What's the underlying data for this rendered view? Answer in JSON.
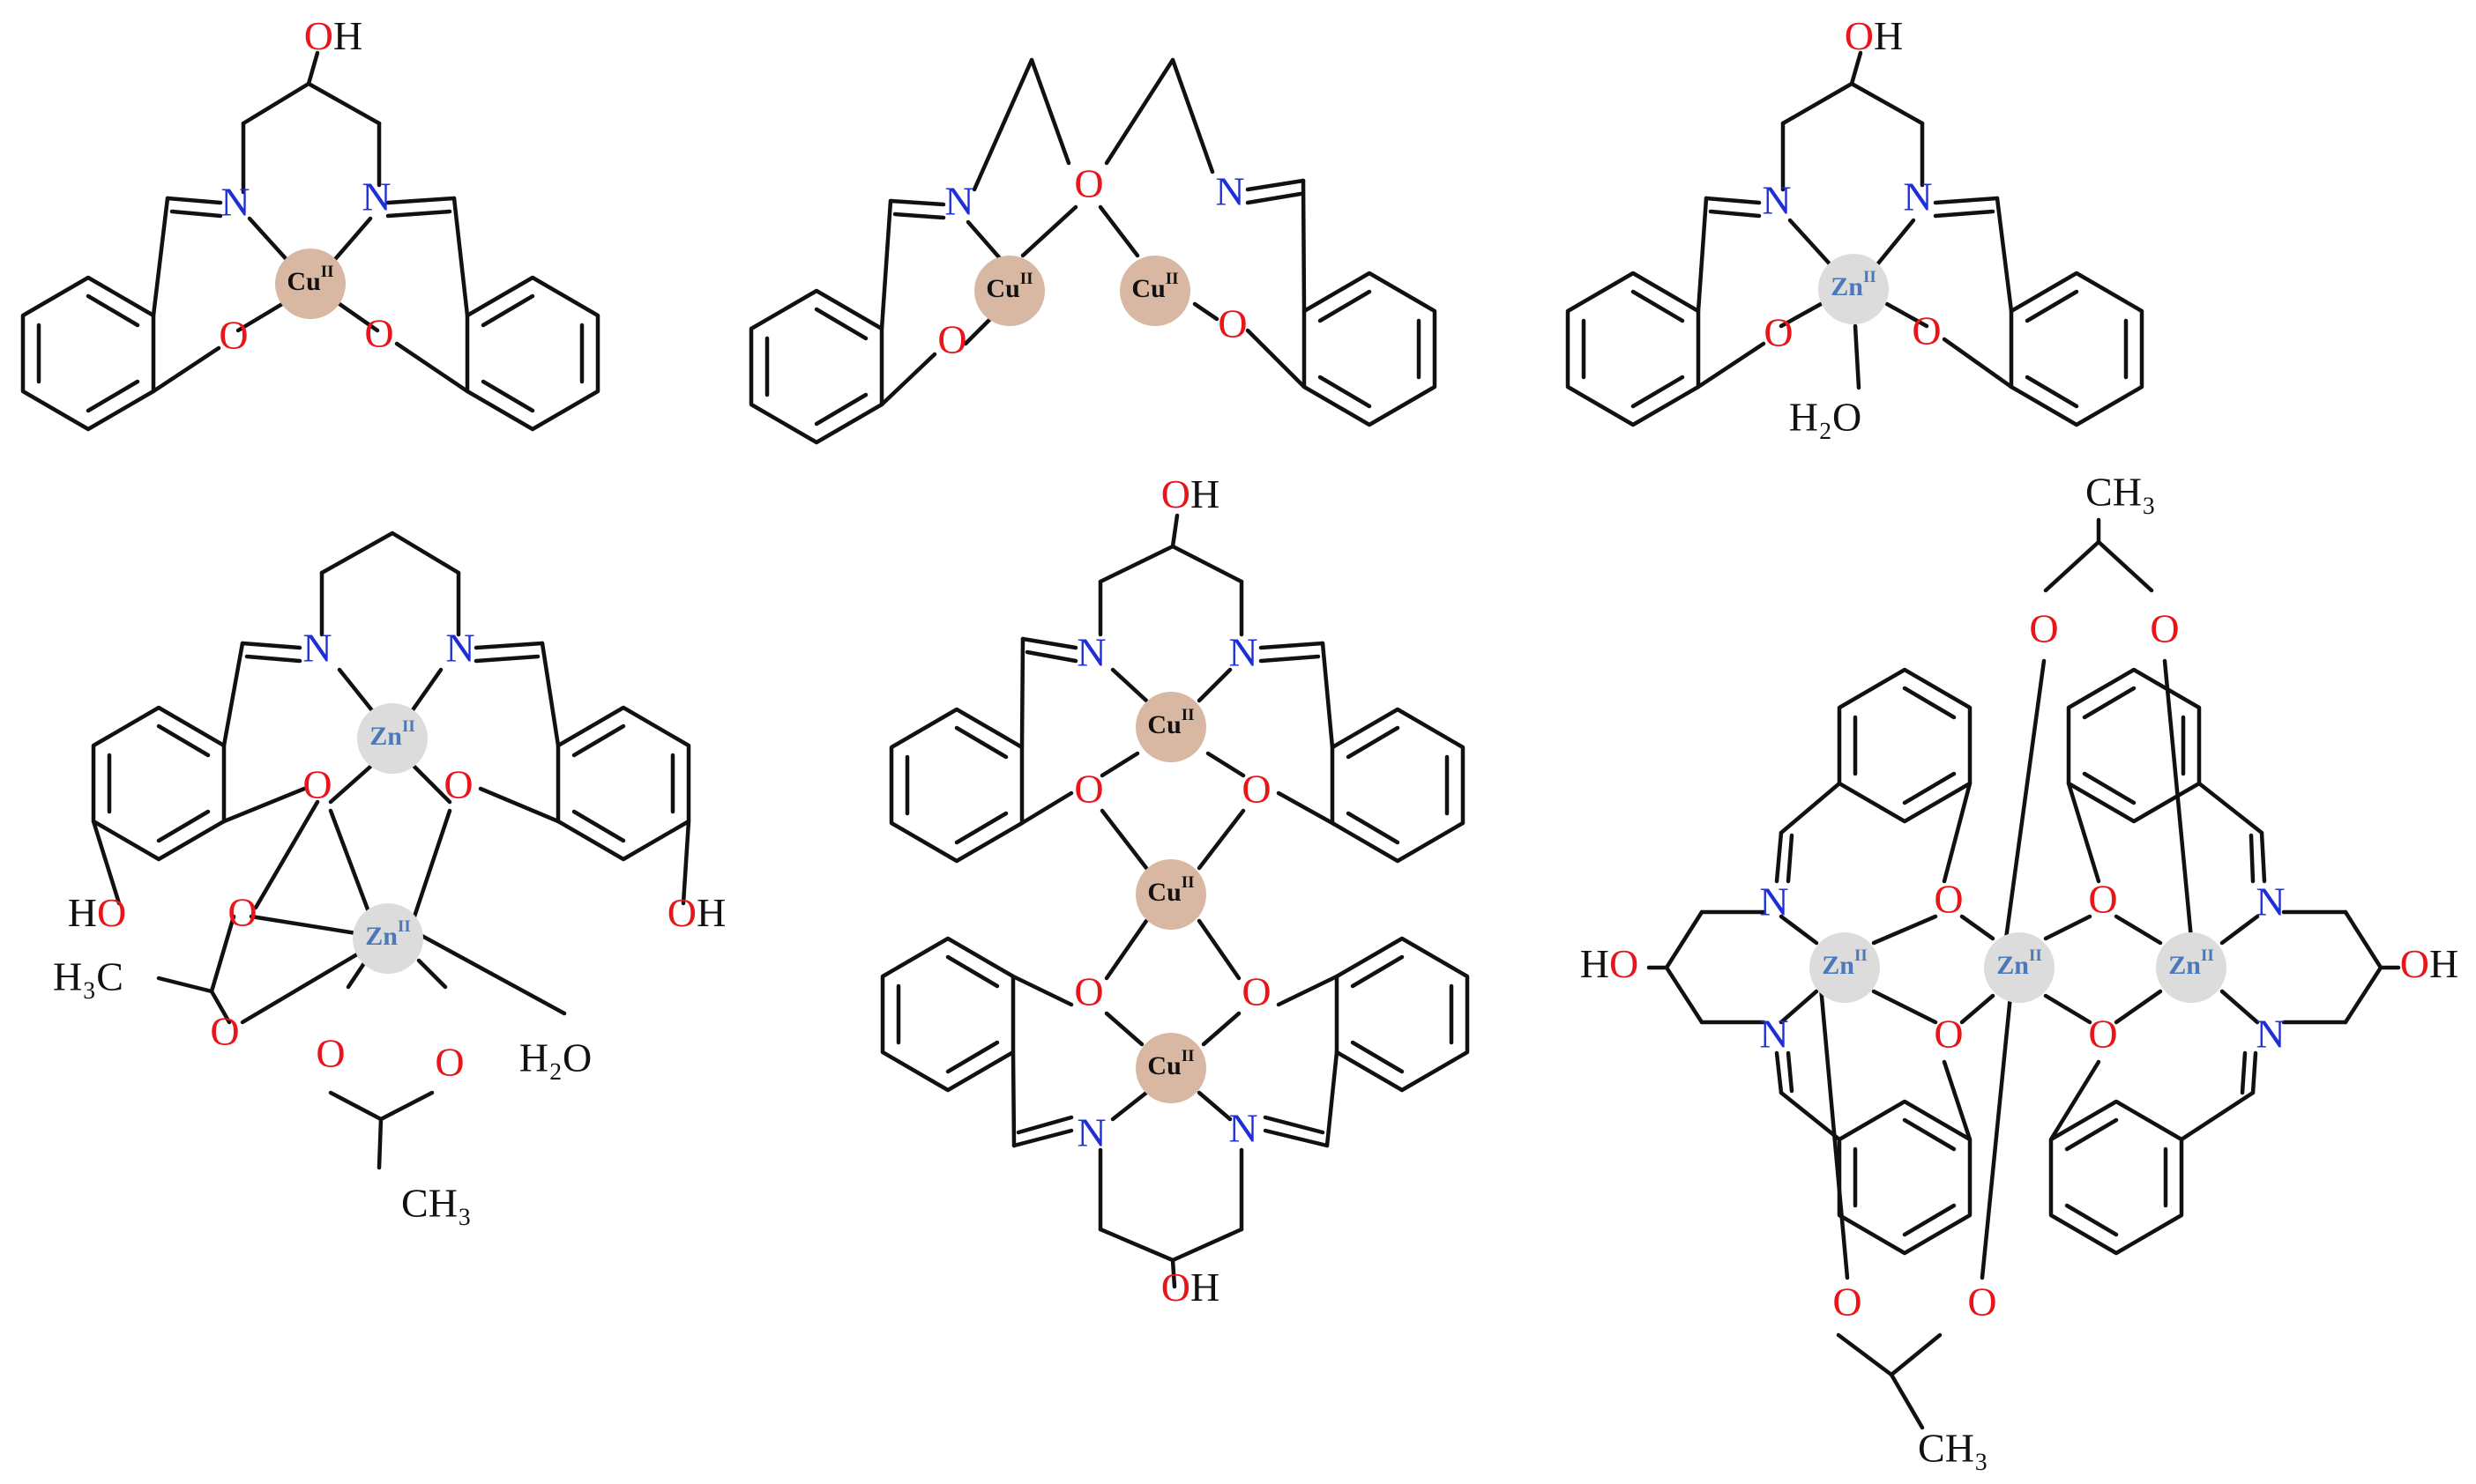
{
  "labels": {
    "OH": "OH",
    "HO": "HO",
    "O": "O",
    "N": "N",
    "H2O": "H₂O",
    "CH3": "CH₃",
    "H3C": "H₃C"
  },
  "metals": {
    "Cu": {
      "symbol": "Cu",
      "oxidation": "II",
      "fill": "#d9b8a3",
      "text": "#111111"
    },
    "Zn": {
      "symbol": "Zn",
      "oxidation": "II",
      "fill": "#dcdcdc",
      "text": "#4a78b8"
    }
  },
  "colors": {
    "bond": "#111111",
    "oxygen": "#e8151b",
    "nitrogen": "#1f2fd6"
  }
}
